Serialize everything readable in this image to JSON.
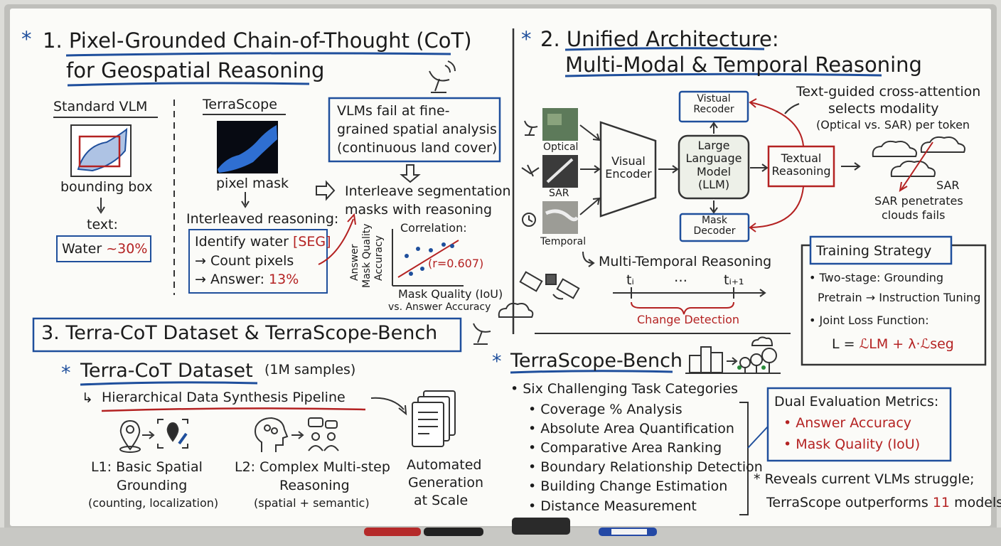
{
  "colors": {
    "board": "#fbfbf8",
    "frame": "#c9c9c6",
    "ink": "#1b1b1b",
    "blue": "#1f4f9c",
    "red": "#b42222"
  },
  "s1": {
    "star": "*",
    "title1": "1. Pixel-Grounded Chain-of-Thought (CoT)",
    "title2": "for Geospatial Reasoning",
    "std_title": "Standard VLM",
    "std_bbox": "bounding box",
    "std_text": "text:",
    "std_answer_a": "Water ",
    "std_answer_b": "~30%",
    "ts_title": "TerraScope",
    "ts_pixel": "pixel mask",
    "ts_interleaved": "Interleaved reasoning:",
    "ts_step1_a": "Identify water ",
    "ts_step1_b": "[SEG]",
    "ts_step2": "→ Count pixels",
    "ts_step3_a": "→ Answer: ",
    "ts_step3_b": "13%",
    "fail1": "VLMs fail at fine-",
    "fail2": "grained spatial analysis",
    "fail3": "(continuous land cover)",
    "interleave1": "Interleave segmentation",
    "interleave2": "masks with reasoning",
    "corr_title": "Correlation:",
    "corr_value": "(r=0.607)",
    "corr_ylabel1": "Answer",
    "corr_ylabel2": "Mask Quality",
    "corr_ylabel3": "Accuracy",
    "corr_xlabel1": "Mask Quality (IoU)",
    "corr_xlabel2": "vs. Answer Accuracy"
  },
  "s2": {
    "star": "*",
    "title1": "2. Unified Architecture:",
    "title2": "Multi-Modal & Temporal Reasoning",
    "optical": "Optical",
    "sar": "SAR",
    "temporal": "Temporal",
    "visual_encoder": "Visual Encoder",
    "visual_recoder": "Vistual Recoder",
    "llm": "Large Language Model (LLM)",
    "mask_decoder": "Mask Decoder",
    "textual": "Textual Reasoning",
    "cross1": "Text-guided cross-attention",
    "cross2": "selects modality",
    "cross3": "(Optical vs. SAR) per token",
    "sar_label": "SAR",
    "sar_pen1": "SAR penetrates",
    "sar_pen2": "clouds fails",
    "multi_temporal": "Multi-Temporal Reasoning",
    "t_i": "tᵢ",
    "t_dots": "…",
    "t_i1": "tᵢ₊₁",
    "change": "Change Detection",
    "training_title": "Training Strategy",
    "training1": "• Two-stage: Grounding",
    "training2": "Pretrain → Instruction Tuning",
    "training3": "• Joint Loss Function:",
    "loss_l": "L = ",
    "loss_lm": "ℒLM + λ·ℒseg"
  },
  "s3": {
    "title": "3. Terra-CoT Dataset & TerraScope-Bench",
    "star": "*",
    "dataset_title": "Terra-CoT Dataset",
    "dataset_count": "(1M samples)",
    "pipeline_arrow": "↳",
    "pipeline": "Hierarchical Data Synthesis Pipeline",
    "l1_1": "L1: Basic Spatial",
    "l1_2": "Grounding",
    "l1_3": "(counting, localization)",
    "l2_1": "L2: Complex Multi-step",
    "l2_2": "Reasoning",
    "l2_3": "(spatial + semantic)",
    "auto1": "Automated",
    "auto2": "Generation",
    "auto3": "at Scale",
    "bench_title": "TerraScope-Bench",
    "six": "• Six Challenging Task Categories",
    "tasks": [
      "• Coverage % Analysis",
      "• Absolute Area Quantification",
      "• Comparative Area Ranking",
      "• Boundary Relationship Detection",
      "• Building Change Estimation",
      "• Distance Measurement"
    ],
    "dual_title": "Dual Evaluation Metrics:",
    "dual1": "• Answer Accuracy",
    "dual2": "• Mask Quality (IoU)",
    "reveal1": "* Reveals current VLMs struggle;",
    "reveal2a": "TerraScope outperforms ",
    "reveal2b": "11",
    "reveal2c": " models"
  }
}
